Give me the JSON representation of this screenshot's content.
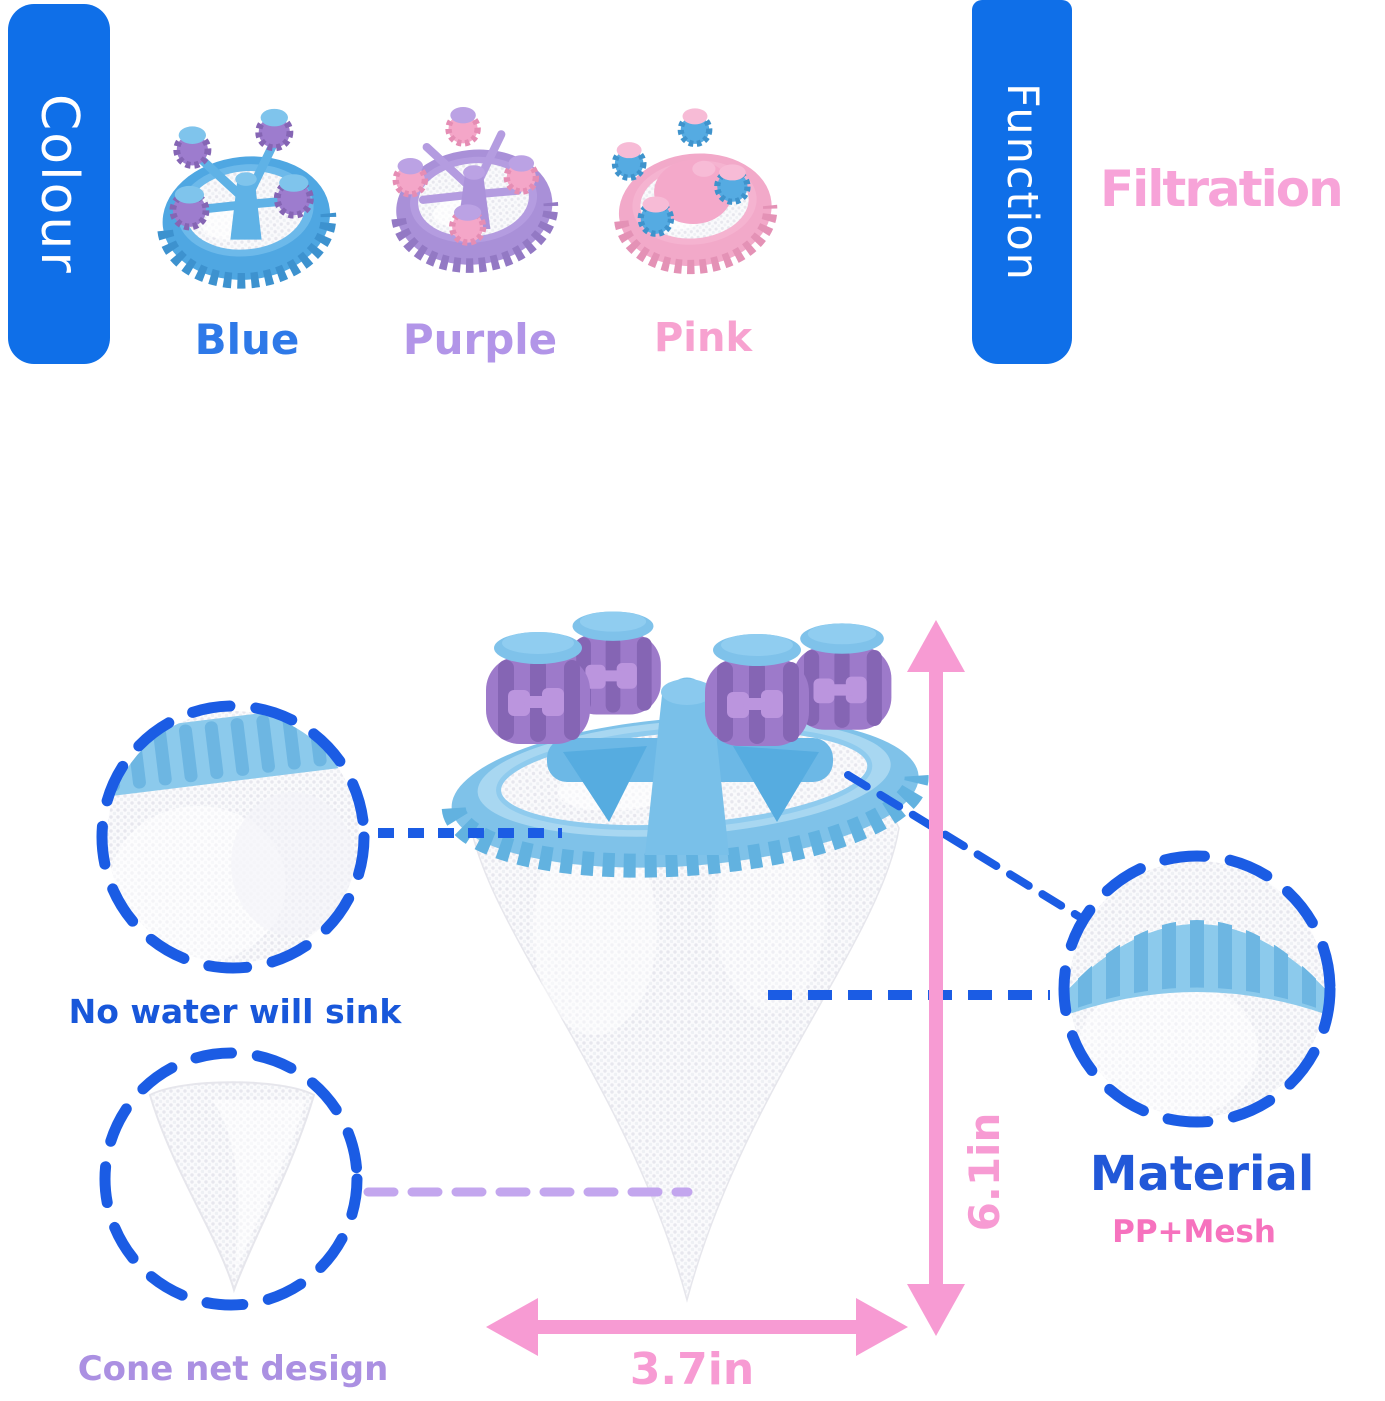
{
  "colour_section": {
    "banner_label": "Colour",
    "variants": [
      {
        "name": "Blue"
      },
      {
        "name": "Purple"
      },
      {
        "name": "Pink"
      }
    ]
  },
  "function_section": {
    "banner_label": "Function",
    "feature_label": "Filtration"
  },
  "callouts": {
    "no_water_label": "No water will sink",
    "cone_net_label": "Cone net design",
    "material_title": "Material",
    "material_value": "PP+Mesh"
  },
  "dimensions": {
    "height_label": "6.1in",
    "width_label": "3.7in"
  },
  "colors": {
    "banner_blue": "#0f6fe8",
    "label_blue": "#2e79e8",
    "label_purple": "#b295e8",
    "label_pink": "#f7a2d0",
    "feature_pink": "#f7a3d8",
    "callout_text_blue": "#1857da",
    "material_blue": "#2158d8",
    "material_pink": "#f672be",
    "dash_blue": "#1b5ce4",
    "dash_purple": "#c3a6ee",
    "arrow_pink": "#f79bd3",
    "product_blue": "#7fc2e9",
    "spinner_purple": "#9d7aca",
    "mesh_white": "#fafafc"
  }
}
